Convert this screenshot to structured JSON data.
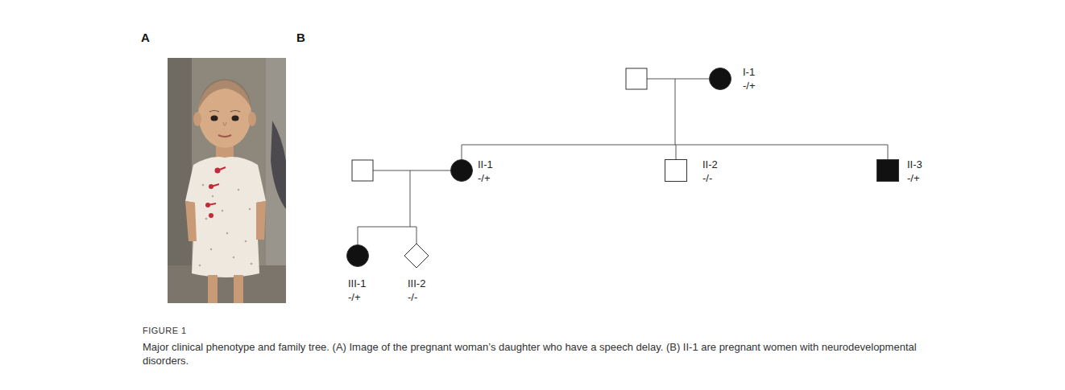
{
  "diagram": {
    "caption": "Major clinical phenotype and family tree. (A) Image of the pregnant woman’s daughter who have a speech delay. (B) II-1 are pregnant women with neurodevelopmental disorders.",
    "nodes": [
      {
        "text": [
          "I-1",
          "-/+"
        ]
      },
      {
        "text": [
          "II-1",
          "-/+"
        ]
      },
      {
        "text": [
          "II-2",
          "-/-"
        ]
      },
      {
        "text": [
          "II-3",
          "-/+"
        ]
      },
      {
        "text": [
          "III-1",
          "-/+"
        ]
      },
      {
        "text": [
          "III-2",
          "-/-"
        ]
      }
    ],
    "labels": [
      "A",
      "B",
      "FIGURE 1"
    ]
  }
}
